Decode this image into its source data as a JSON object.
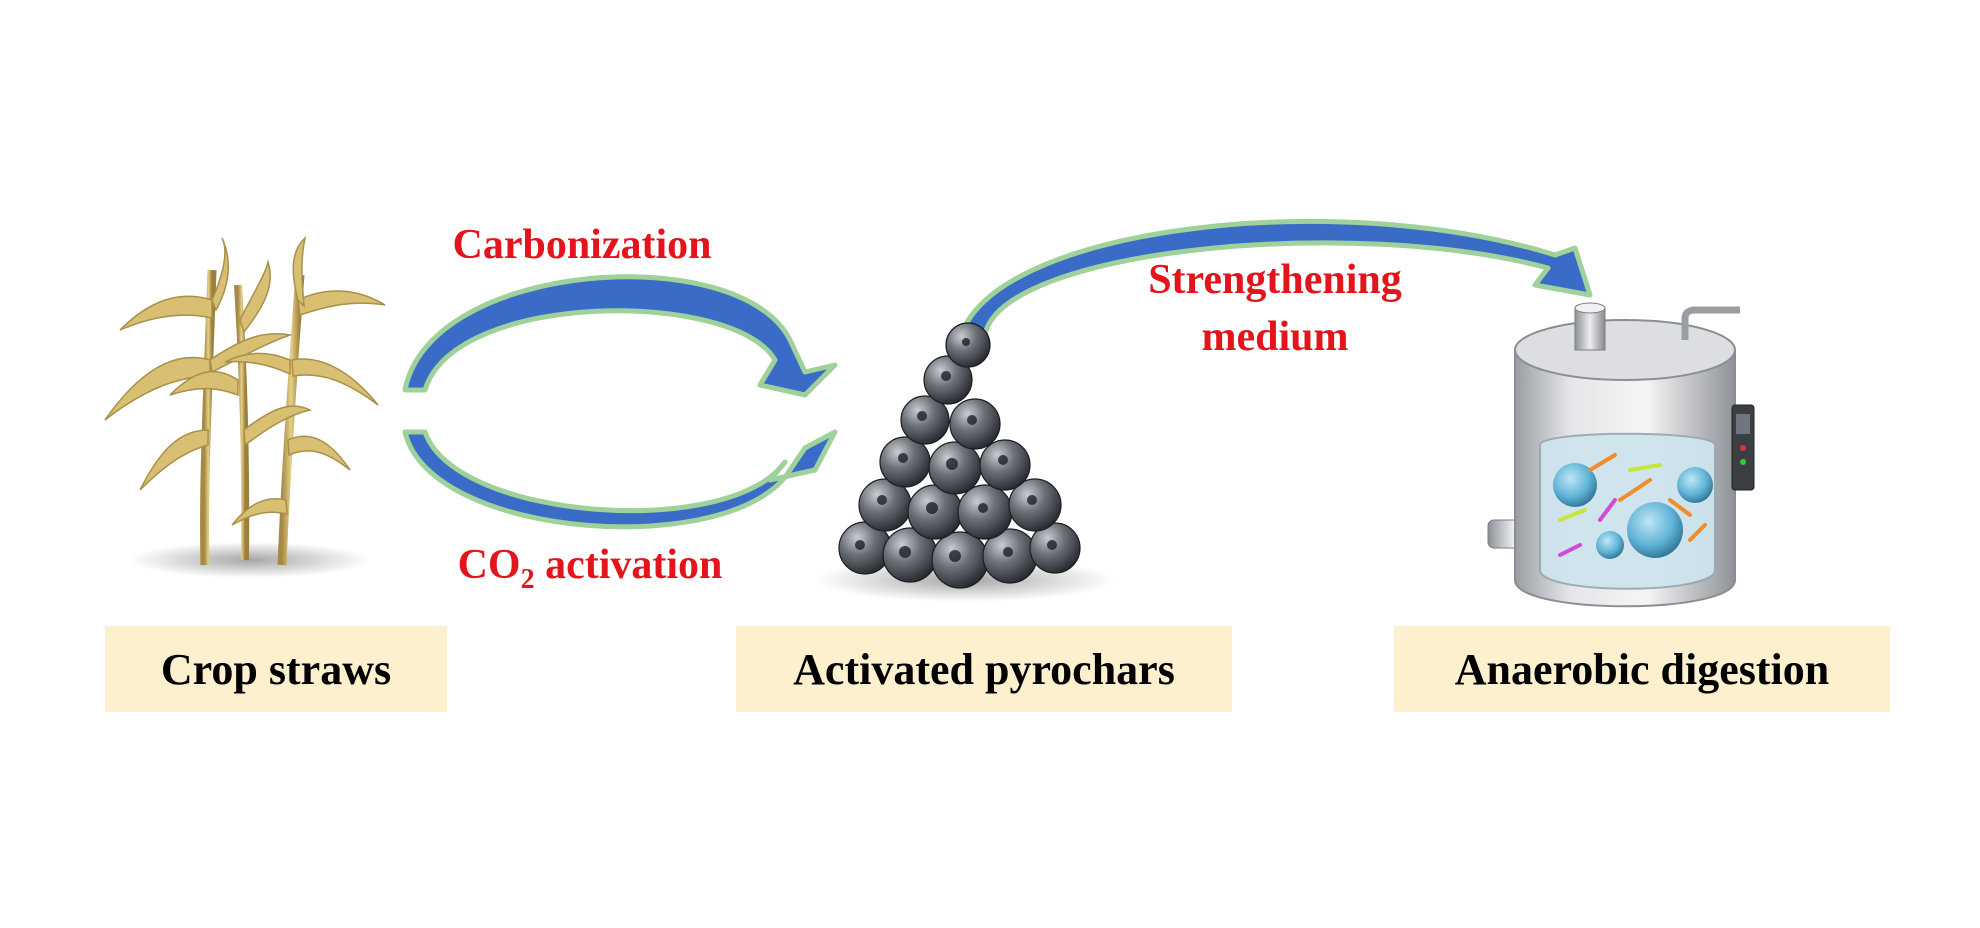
{
  "stages": [
    {
      "id": "crop",
      "label": "Crop straws"
    },
    {
      "id": "pyrochar",
      "label": "Activated pyrochars"
    },
    {
      "id": "digestion",
      "label": "Anaerobic digestion"
    }
  ],
  "processes": {
    "carbonization": "Carbonization",
    "co2_prefix": "CO",
    "co2_subscript": "2",
    "co2_suffix": " activation",
    "strengthening_line1": "Strengthening",
    "strengthening_line2": "medium"
  },
  "colors": {
    "arrow_fill": "#3a6bc7",
    "arrow_outline": "#9fd19a",
    "process_text": "#e3141b",
    "label_bg": "#fcf0cf"
  }
}
